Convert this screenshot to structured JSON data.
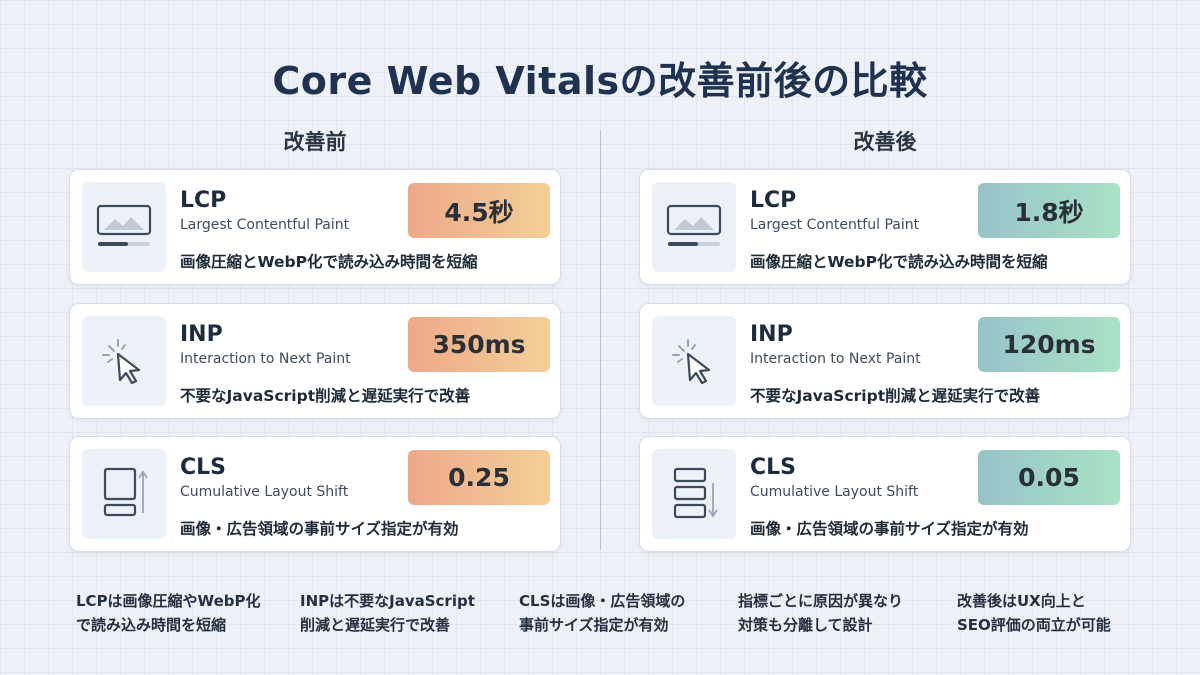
{
  "title": "Core Web Vitalsの改善前後の比較",
  "before": {
    "heading": "改善前",
    "metrics": [
      {
        "name": "LCP",
        "full": "Largest Contentful Paint",
        "value": "4.5秒",
        "desc": "画像圧縮とWebP化で読み込み時間を短縮",
        "icon": "image-loading-icon"
      },
      {
        "name": "INP",
        "full": "Interaction to Next Paint",
        "value": "350ms",
        "desc": "不要なJavaScript削減と遅延実行で改善",
        "icon": "cursor-click-icon"
      },
      {
        "name": "CLS",
        "full": "Cumulative Layout Shift",
        "value": "0.25",
        "desc": "画像・広告領域の事前サイズ指定が有効",
        "icon": "layout-shift-up-icon"
      }
    ]
  },
  "after": {
    "heading": "改善後",
    "metrics": [
      {
        "name": "LCP",
        "full": "Largest Contentful Paint",
        "value": "1.8秒",
        "desc": "画像圧縮とWebP化で読み込み時間を短縮",
        "icon": "image-loading-icon"
      },
      {
        "name": "INP",
        "full": "Interaction to Next Paint",
        "value": "120ms",
        "desc": "不要なJavaScript削減と遅延実行で改善",
        "icon": "cursor-click-icon"
      },
      {
        "name": "CLS",
        "full": "Cumulative Layout Shift",
        "value": "0.05",
        "desc": "画像・広告領域の事前サイズ指定が有効",
        "icon": "layout-stable-down-icon"
      }
    ]
  },
  "notes": [
    "LCPは画像圧縮やWebP化\nで読み込み時間を短縮",
    "INPは不要なJavaScript\n削減と遅延実行で改善",
    "CLSは画像・広告領域の\n事前サイズ指定が有効",
    "指標ごとに原因が異なり\n対策も分離して設計",
    "改善後はUX向上と\nSEO評価の両立が可能"
  ],
  "colors": {
    "before_badge": [
      "#eda98a",
      "#f4cf97"
    ],
    "after_badge": [
      "#97c3c8",
      "#a9e2c5"
    ],
    "title": "#1f3350"
  }
}
